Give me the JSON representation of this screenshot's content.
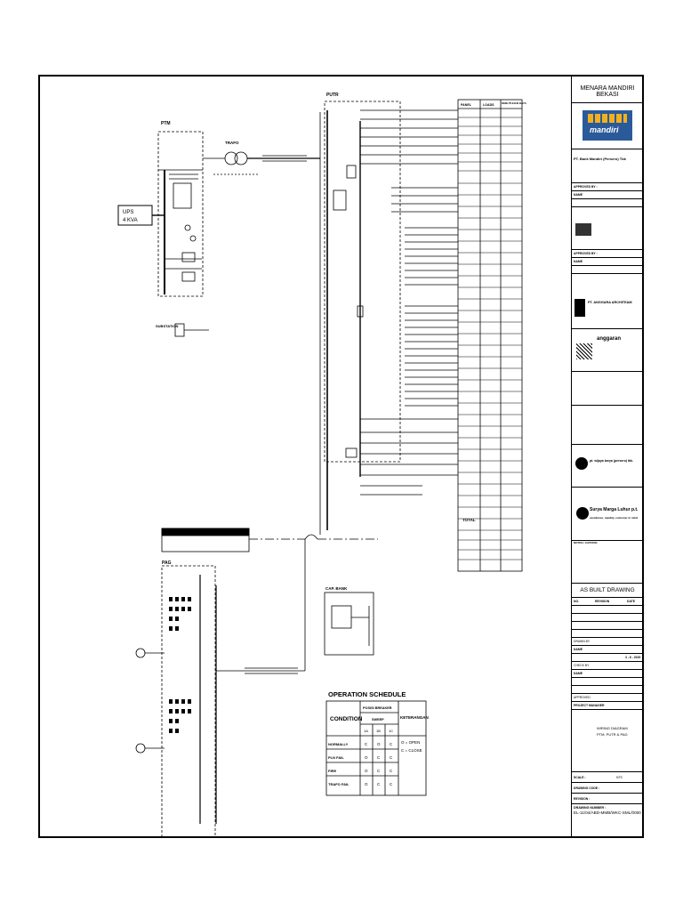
{
  "title_block": {
    "project_name": "MENARA MANDIRI BEKASI",
    "owner_logo_text": "mandiri",
    "owner_name": "PT. Bank Mandiri (Persero) Tbk",
    "approved_by_1": "APPROVED BY :",
    "approved_by_2": "APPROVED BY :",
    "name_label": "NAME",
    "consultant_1": "PT. ANGGARA ARCHITEAM",
    "consultant_2_logo": "anggaran",
    "contractor_name": "pt. wijaya karya (persero) tbk.",
    "subcontractor_name": "Surya Marga Luhur p.t.",
    "subcontractor_tagline": "excellence, rapidity, customer in mind",
    "notes_label": "NOTES / CATATAN",
    "stage_title": "AS BUILT DRAWING",
    "revision_headers": [
      "NO.",
      "REVISION",
      "DATE"
    ],
    "drawn_by_label": "DRAWN BY",
    "drawn_date": "3 - 6 - 2020",
    "check_by_label": "CHECK BY",
    "approved_label": "APPROVED",
    "project_manager_label": "PROJECT MANAGER",
    "drawing_title_lines": [
      "WIRING DIAGRAM",
      "PTM, PUTR & PAG"
    ],
    "scale_label": "SCALE :",
    "scale_value": "NTS",
    "drawing_code_label": "DRAWING CODE :",
    "revision_label": "REVISION :",
    "drawing_number_label": "DRAWING NUMBER :",
    "drawing_number": "EL-11/04/ABD-MMB/WKC-SML/0000"
  },
  "diagram": {
    "ptm_label": "PTM",
    "trafo_label": "TRAFO",
    "ups_label": "UPS",
    "ups_rating": "4 KVA",
    "putr_label": "PUTR",
    "pag_label": "PAG",
    "cap_bank_label": "CAP. BANK",
    "substation_label": "SUBSTATION",
    "table_headers": [
      "PANEL",
      "LOADS",
      "KEBUTUHAN DAYA"
    ],
    "total_label": "TOTAL"
  },
  "operation_schedule": {
    "title": "OPERATION SCHEDULE",
    "condition_header": "CONDITION",
    "posisi_breaker": "POSISI BREAKER",
    "ket_header": "KETERANGAN",
    "sub_header": "SWEEP",
    "breaker_cols": [
      "1A",
      "1B",
      "1C"
    ],
    "rows": [
      {
        "condition": "NORMALLY",
        "values": [
          "C",
          "O",
          "C"
        ]
      },
      {
        "condition": "PLN FAIL",
        "values": [
          "O",
          "C",
          "C"
        ]
      },
      {
        "condition": "FIRE",
        "values": [
          "O",
          "C",
          "C"
        ]
      },
      {
        "condition": "TRAFO FAIL",
        "values": [
          "O",
          "C",
          "C"
        ]
      }
    ],
    "legend_open": "O = OPEN",
    "legend_close": "C = CLOSE"
  }
}
